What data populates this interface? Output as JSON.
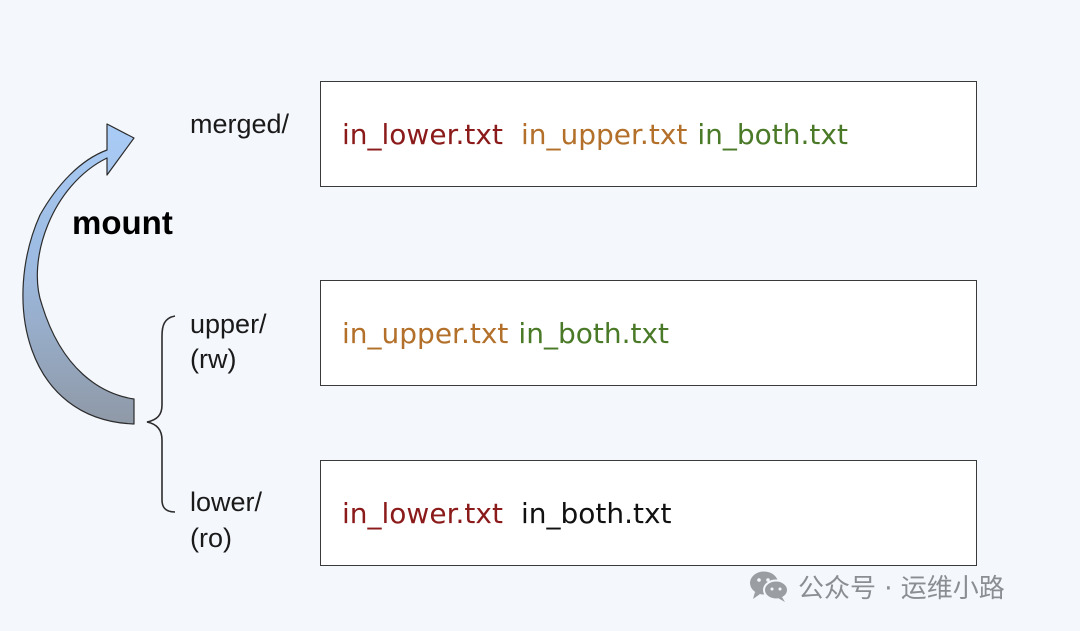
{
  "diagram": {
    "mount_label": "mount",
    "layers": {
      "merged": {
        "label": "merged/"
      },
      "upper": {
        "label": "upper/",
        "mode": "(rw)"
      },
      "lower": {
        "label": "lower/",
        "mode": "(ro)"
      }
    },
    "boxes": {
      "merged": [
        {
          "name": "in_lower.txt",
          "color": "#8b1a1a"
        },
        {
          "name": "in_upper.txt",
          "color": "#b3702a"
        },
        {
          "name": "in_both.txt",
          "color": "#4a7a28"
        }
      ],
      "upper": [
        {
          "name": "in_upper.txt",
          "color": "#b3702a"
        },
        {
          "name": "in_both.txt",
          "color": "#4a7a28"
        }
      ],
      "lower": [
        {
          "name": "in_lower.txt",
          "color": "#8b1a1a"
        },
        {
          "name": "in_both.txt",
          "color": "#111111"
        }
      ]
    }
  },
  "watermark": {
    "text": "公众号 · 运维小路"
  }
}
